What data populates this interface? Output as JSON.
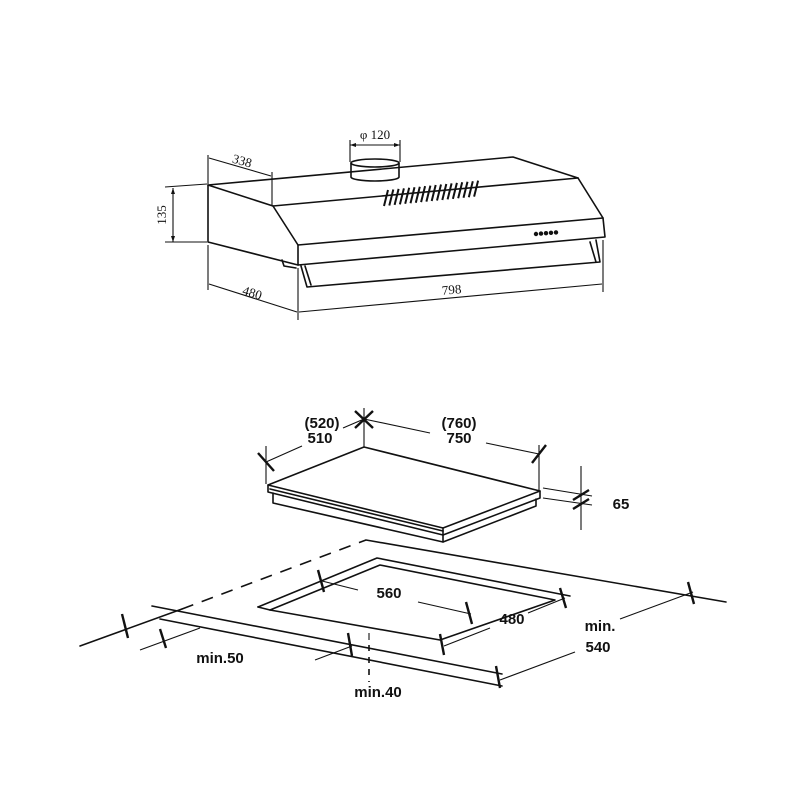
{
  "hood": {
    "labels": {
      "duct_diameter": "φ 120",
      "top_depth": "338",
      "height": "135",
      "depth": "480",
      "width": "798"
    }
  },
  "hob": {
    "labels": {
      "depth_alt": "(520)",
      "depth": "510",
      "width_alt": "(760)",
      "width": "750",
      "thickness": "65"
    }
  },
  "cutout": {
    "labels": {
      "cut_width": "560",
      "cut_depth": "480",
      "min_side": "min.50",
      "min_front": "min.40",
      "min_depth_prefix": "min.",
      "min_depth_value": "540"
    }
  }
}
